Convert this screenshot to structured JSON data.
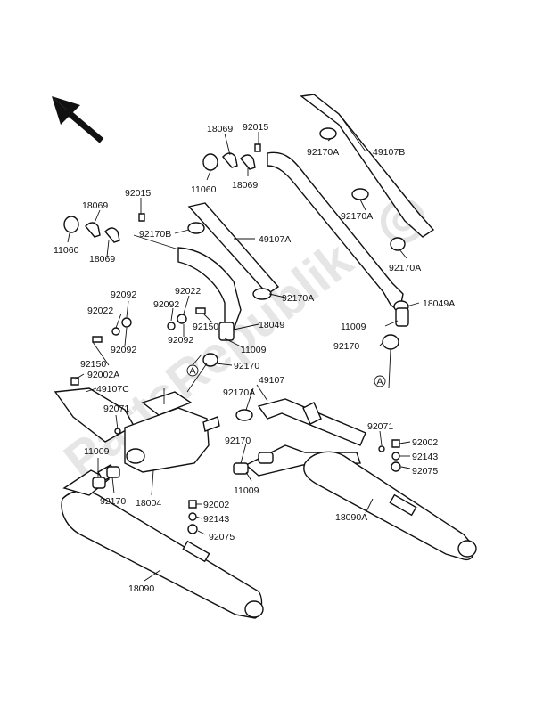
{
  "watermark": {
    "text": "PartsRepublik"
  },
  "callouts": {
    "ref_a": "A"
  },
  "labels": {
    "l18069_top": "18069",
    "l92015_top": "92015",
    "l92170A_top": "92170A",
    "l49107B": "49107B",
    "l11060_top": "11060",
    "l18069_mid": "18069",
    "l18069_left": "18069",
    "l92015_left": "92015",
    "l92170B": "92170B",
    "l49107A": "49107A",
    "l92170A_mid": "92170A",
    "l11060_left": "11060",
    "l18069_left2": "18069",
    "l92170A_right": "92170A",
    "l92022_a": "92022",
    "l92092_a": "92092",
    "l92092_b": "92092",
    "l92170A_c": "92170A",
    "l18049A": "18049A",
    "l92022_b": "92022",
    "l92092_c": "92092",
    "l92092_d": "92092",
    "l92150_a": "92150",
    "l18049": "18049",
    "l11009_a": "11009",
    "l11009_b": "11009",
    "l92170_a": "92170",
    "l92150_b": "92150",
    "l92002A": "92002A",
    "l49107C": "49107C",
    "l92170_b": "92170",
    "l92170A_d": "92170A",
    "l49107": "49107",
    "l92071_a": "92071",
    "l92071_b": "92071",
    "l11009_c": "11009",
    "l92002_a": "92002",
    "l92143_a": "92143",
    "l92075_a": "92075",
    "l92170_c": "92170",
    "l11009_d": "11009",
    "l92170_d": "92170",
    "l18004": "18004",
    "l92002_b": "92002",
    "l92143_b": "92143",
    "l92075_b": "92075",
    "l18090A": "18090A",
    "l18090": "18090"
  }
}
